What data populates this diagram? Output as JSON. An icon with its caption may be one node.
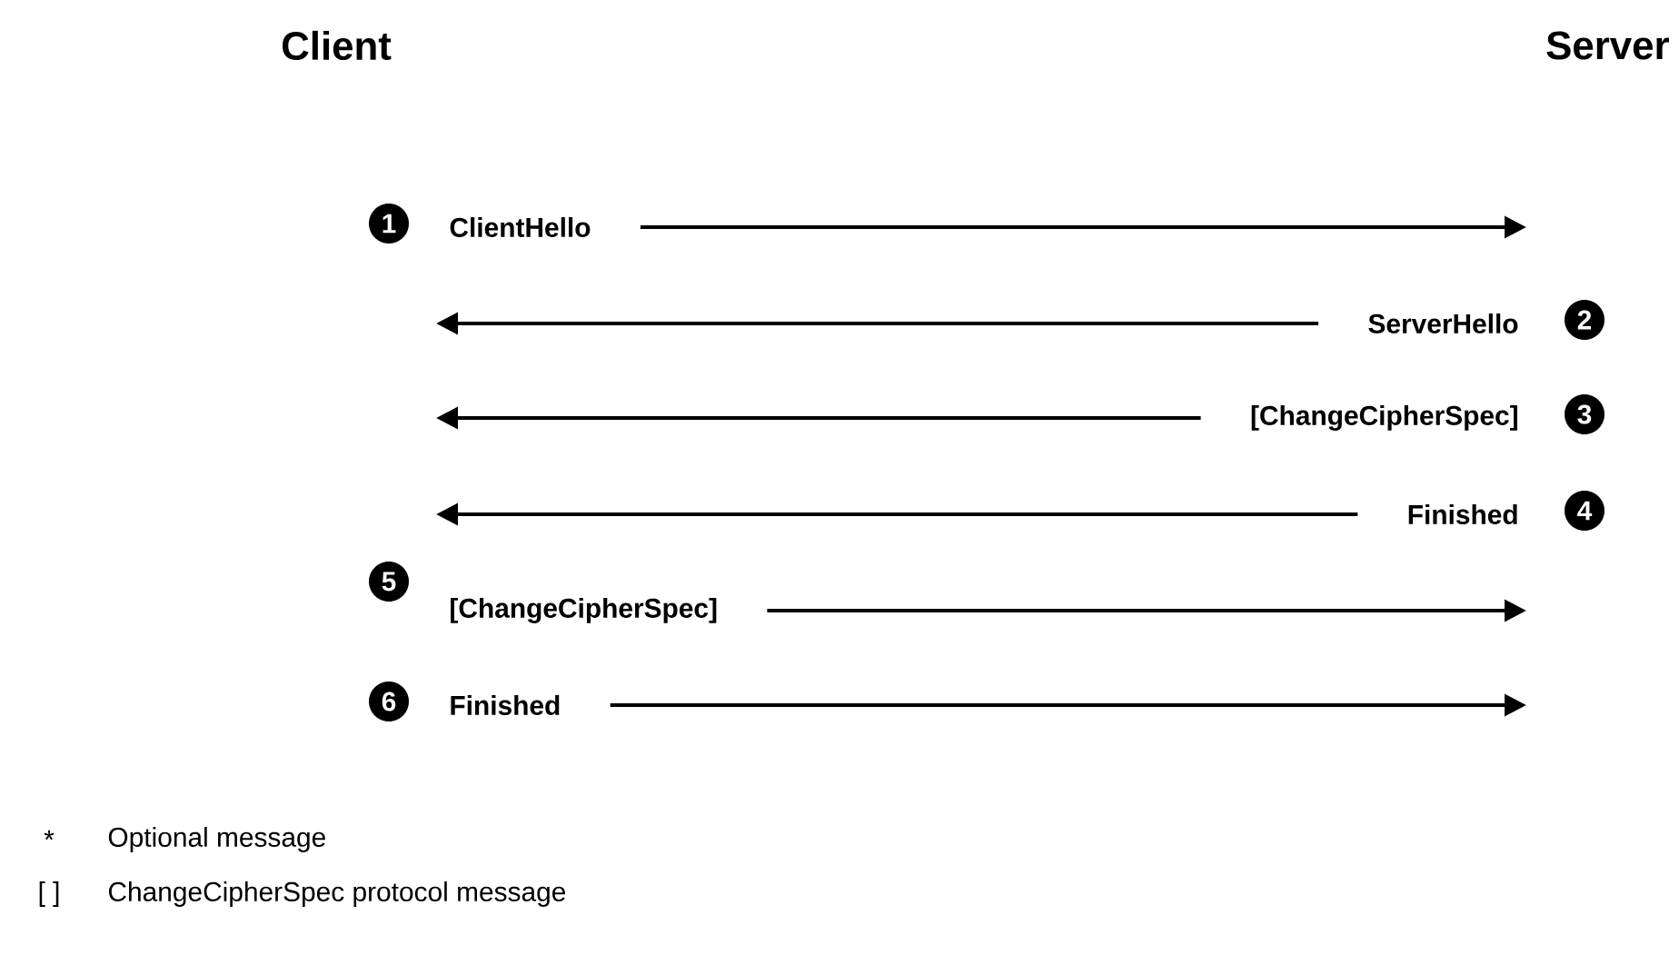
{
  "diagram": {
    "nodes": [
      {
        "text": [
          "ClientHello"
        ],
        "beside": [
          "1"
        ]
      },
      {
        "text": [
          "ServerHello"
        ],
        "beside": [
          "2"
        ]
      },
      {
        "text": [
          "[ChangeCipherSpec]"
        ],
        "beside": [
          "3"
        ]
      },
      {
        "text": [
          "Finished"
        ],
        "beside": [
          "4"
        ]
      },
      {
        "text": [
          "[ChangeCipherSpec]"
        ],
        "beside": [
          "5"
        ]
      },
      {
        "text": [
          "Finished"
        ],
        "beside": [
          "6"
        ]
      }
    ],
    "edges": [
      {
        "from": 0,
        "to": null,
        "arrow": "to"
      },
      {
        "from": 1,
        "to": null,
        "arrow": "to"
      },
      {
        "from": 2,
        "to": null,
        "arrow": "to"
      },
      {
        "from": 3,
        "to": null,
        "arrow": "to"
      },
      {
        "from": 4,
        "to": null,
        "arrow": "to"
      },
      {
        "from": 5,
        "to": null,
        "arrow": "to"
      }
    ],
    "labels": [
      "Client",
      "Server",
      "*",
      "Optional message",
      "[ ]",
      "ChangeCipherSpec protocol message"
    ]
  }
}
